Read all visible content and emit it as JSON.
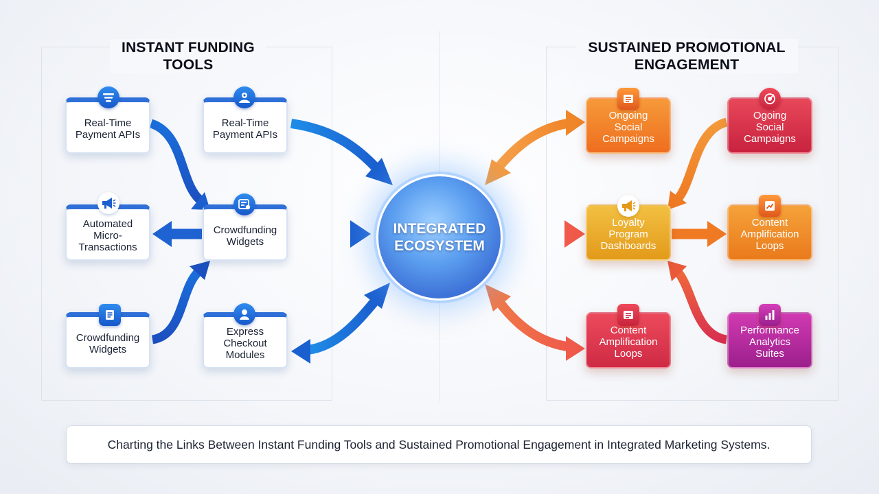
{
  "left_section": {
    "title": "INSTANT FUNDING\nTOOLS",
    "nodes": [
      {
        "id": "rtp1",
        "label": "Real-Time\nPayment APIs",
        "icon": "payment-api-icon"
      },
      {
        "id": "rtp2",
        "label": "Real-Time\nPayment APIs",
        "icon": "user-group-icon"
      },
      {
        "id": "amt",
        "label": "Automated\nMicro-\nTransactions",
        "icon": "megaphone-icon"
      },
      {
        "id": "cfw1",
        "label": "Crowdfunding\nWidgets",
        "icon": "widget-icon"
      },
      {
        "id": "cfw2",
        "label": "Crowdfunding\nWidgets",
        "icon": "document-icon"
      },
      {
        "id": "ecm",
        "label": "Express\nCheckout\nModules",
        "icon": "user-icon"
      }
    ]
  },
  "hub": {
    "label": "INTEGRATED\nECOSYSTEM"
  },
  "right_section": {
    "title": "SUSTAINED PROMOTIONAL\nENGAGEMENT",
    "nodes": [
      {
        "id": "osc1",
        "label": "Ongoing\nSocial\nCampaigns",
        "icon": "list-icon",
        "color": "#f07a24"
      },
      {
        "id": "osc2",
        "label": "Ogoing\nSocial\nCampaigns",
        "icon": "target-icon",
        "color": "#d9324a"
      },
      {
        "id": "lpd",
        "label": "Loyalty\nProgram\nDashboards",
        "icon": "megaphone-icon",
        "color": "#e9a824"
      },
      {
        "id": "cal1",
        "label": "Content\nAmplification\nLoops",
        "icon": "chart-icon",
        "color": "#ef8a22"
      },
      {
        "id": "cal2",
        "label": "Content\nAmplification\nLoops",
        "icon": "list-icon",
        "color": "#e23a4e"
      },
      {
        "id": "pas",
        "label": "Performance\nAnalytics\nSuites",
        "icon": "bar-chart-icon",
        "color": "#b5249a"
      }
    ]
  },
  "caption": "Charting the Links Between Instant Funding Tools and Sustained Promotional Engagement in Integrated Marketing Systems.",
  "colors": {
    "blue_accent": "#2f6fd8",
    "hub_blue": "#3f74d8",
    "orange": "#f07a24",
    "red": "#d9324a",
    "gold": "#e9a824",
    "magenta": "#b5249a"
  }
}
